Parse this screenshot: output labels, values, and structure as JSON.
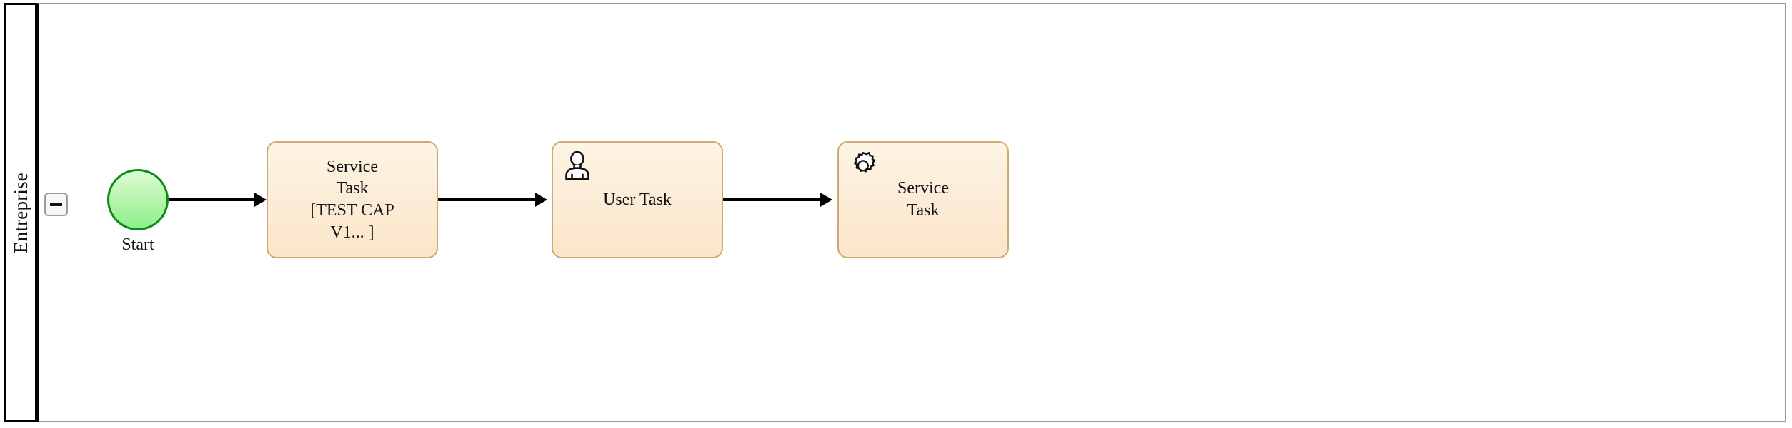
{
  "diagram": {
    "type": "bpmn-process",
    "pool": {
      "label": "Entreprise",
      "collapse_toggle": {
        "icon": "minus-icon",
        "state": "expanded"
      }
    },
    "elements": [
      {
        "id": "start",
        "kind": "start-event",
        "label": "Start",
        "icon": null,
        "color": "#8ef08a",
        "border_color": "#0a8a18"
      },
      {
        "id": "task-1",
        "kind": "task",
        "label": "Service\nTask\n[TEST CAP\nV1... ]",
        "icon": null,
        "color": "#fcecd6",
        "border_color": "#cfa972"
      },
      {
        "id": "task-2",
        "kind": "user-task",
        "label": "User Task",
        "icon": "user-icon",
        "color": "#fcecd6",
        "border_color": "#cfa972"
      },
      {
        "id": "task-3",
        "kind": "service-task",
        "label": "Service\nTask",
        "icon": "gear-icon",
        "color": "#fcecd6",
        "border_color": "#cfa972"
      }
    ],
    "flows": [
      {
        "id": "flow-1",
        "from": "start",
        "to": "task-1",
        "label": ""
      },
      {
        "id": "flow-2",
        "from": "task-1",
        "to": "task-2",
        "label": ""
      },
      {
        "id": "flow-3",
        "from": "task-2",
        "to": "task-3",
        "label": ""
      }
    ]
  }
}
